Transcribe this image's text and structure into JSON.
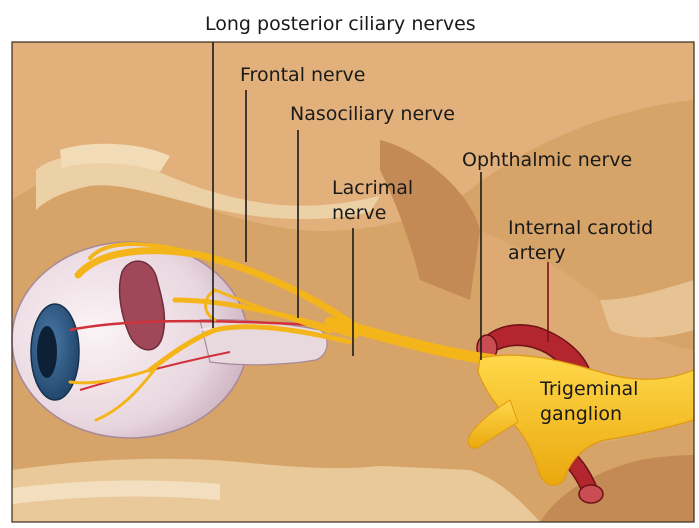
{
  "labels": {
    "long_posterior_ciliary": "Long posterior ciliary nerves",
    "frontal": "Frontal nerve",
    "nasociliary": "Nasociliary nerve",
    "ophthalmic": "Ophthalmic nerve",
    "lacrimal_line1": "Lacrimal",
    "lacrimal_line2": "nerve",
    "internal_carotid_line1": "Internal carotid",
    "internal_carotid_line2": "artery",
    "trigeminal_line1": "Trigeminal",
    "trigeminal_line2": "ganglion"
  },
  "colors": {
    "background": "#d6a368",
    "bone": "#e9c99a",
    "nerve": "#f7c21c",
    "artery": "#b3262d",
    "eye_sclera": "#efe3ea",
    "iris": "#2c5a86",
    "lacrimal_gland": "#a0485a"
  }
}
